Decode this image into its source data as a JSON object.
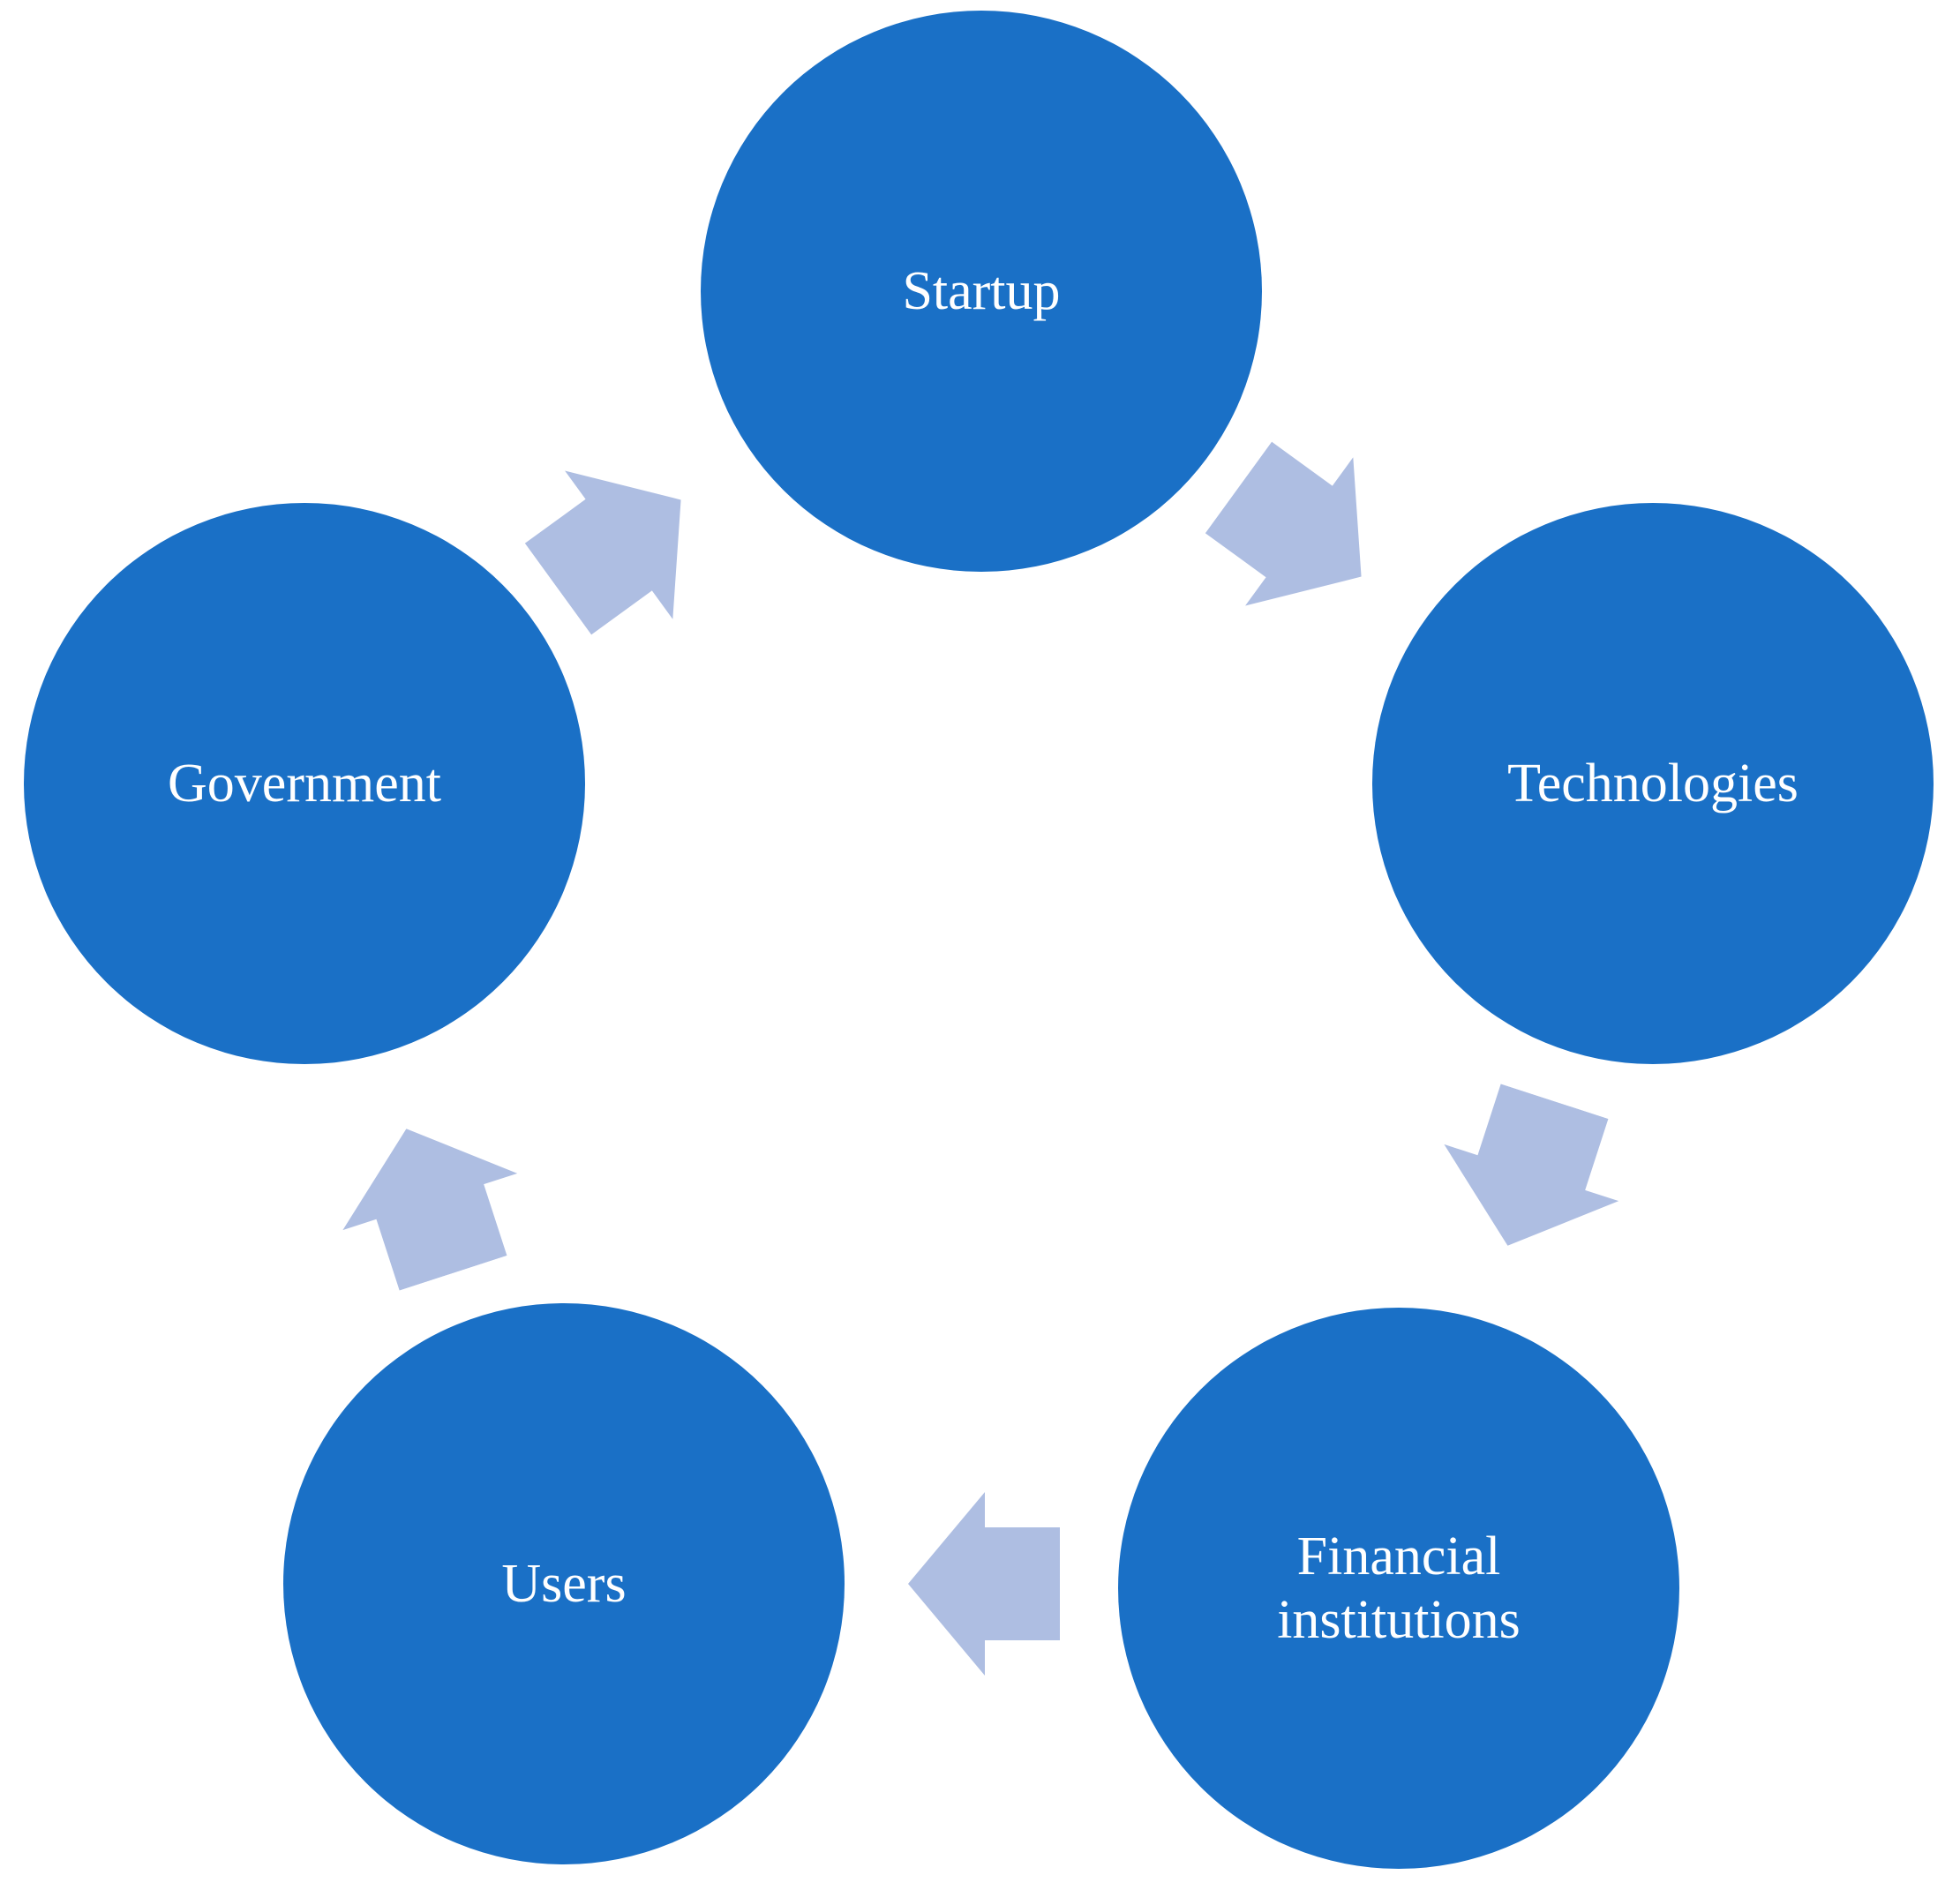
{
  "colors": {
    "background": "#FFFFFF",
    "node_fill": "#1A70C6",
    "arrow_fill": "#AEBEE2",
    "label_text": "#FFFFFF"
  },
  "diagram": {
    "type": "cycle",
    "direction": "clockwise",
    "nodes": [
      {
        "id": "startup",
        "label": "Startup"
      },
      {
        "id": "technologies",
        "label": "Technologies"
      },
      {
        "id": "financial-institutions",
        "label": "Financial institutions"
      },
      {
        "id": "users",
        "label": "Users"
      },
      {
        "id": "government",
        "label": "Government"
      }
    ],
    "edges": [
      {
        "from": "Startup",
        "to": "Technologies"
      },
      {
        "from": "Technologies",
        "to": "Financial institutions"
      },
      {
        "from": "Financial institutions",
        "to": "Users"
      },
      {
        "from": "Users",
        "to": "Government"
      },
      {
        "from": "Government",
        "to": "Startup"
      }
    ]
  }
}
